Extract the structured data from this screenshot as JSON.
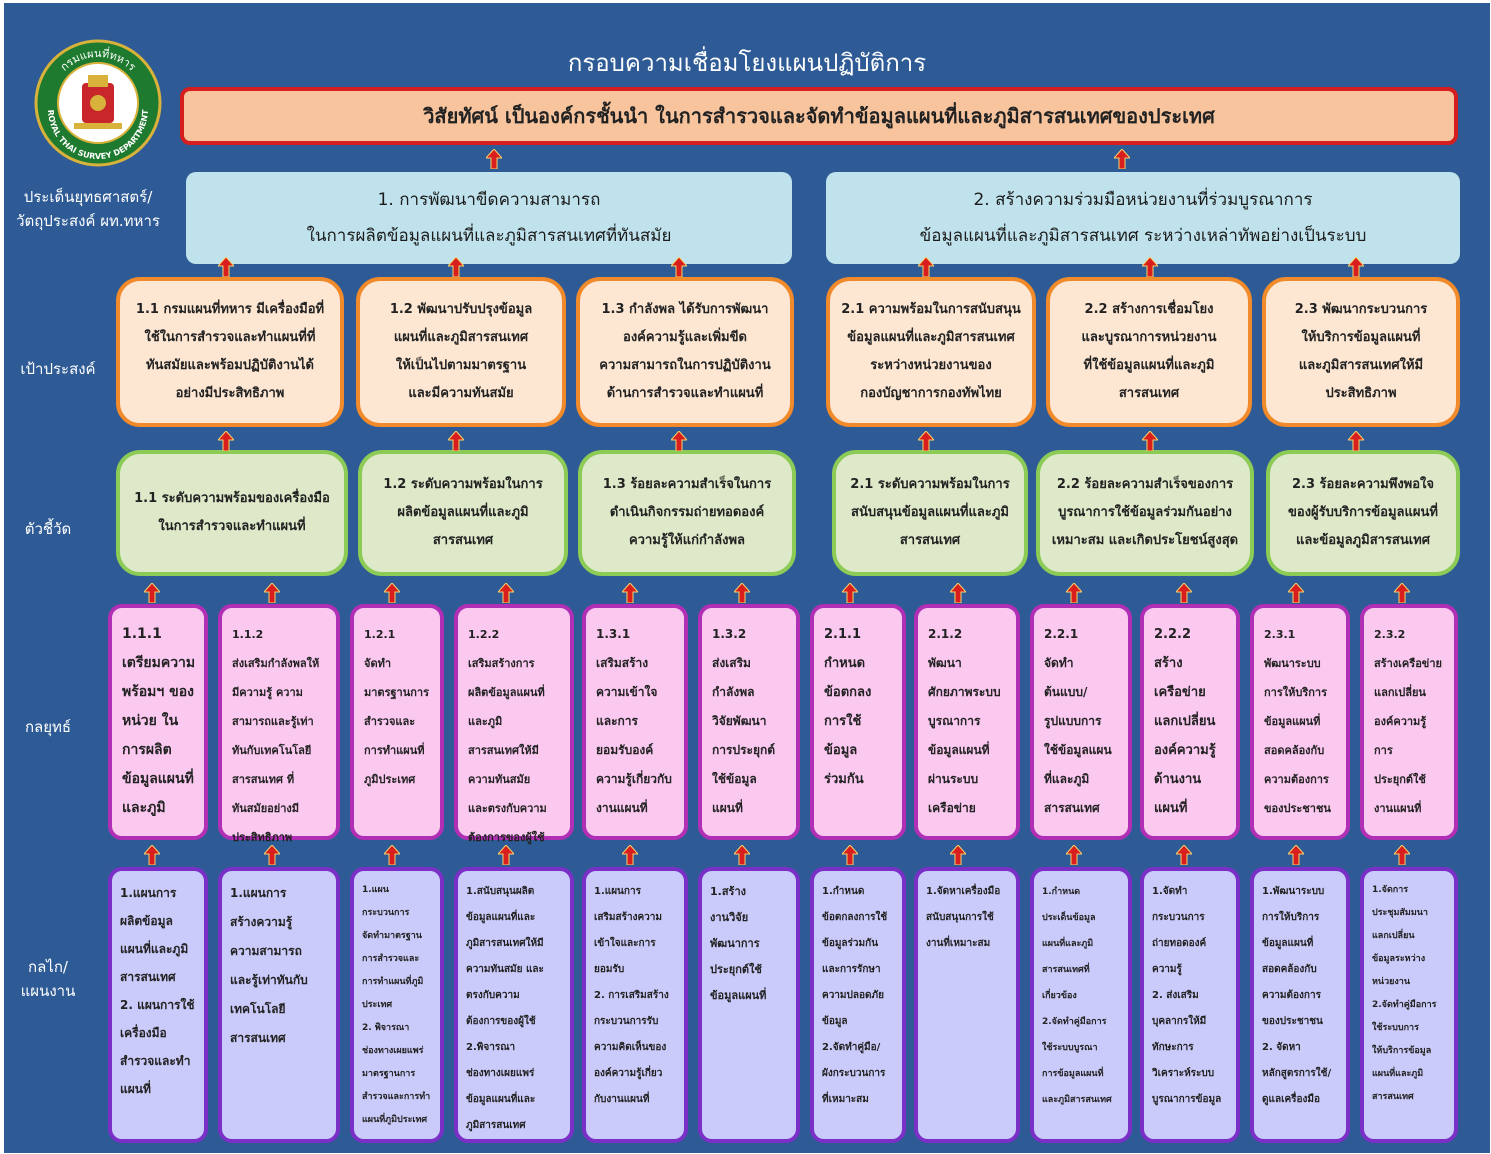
{
  "title": "กรอบความเชื่อมโยงแผนปฏิบัติการ",
  "vision": "วิสัยทัศน์  เป็นองค์กรชั้นนำ ในการสำรวจและจัดทำข้อมูลแผนที่และภูมิสารสนเทศของประเทศ",
  "logo": {
    "text_top": "กรมแผนที่ทหาร",
    "text_bottom": "ROYAL THAI SURVEY DEPARTMENT"
  },
  "row_labels": {
    "strategy": "ประเด็นยุทธศาสตร์/\nวัตถุประสงค์ ผท.ทหาร",
    "goal": "เป้าประสงค์",
    "kpi": "ตัวชี้วัด",
    "tactic": "กลยุทธ์",
    "plan": "กลไก/\nแผนงาน"
  },
  "strategies": [
    {
      "line1": "1. การพัฒนาขีดความสามารถ",
      "line2": "ในการผลิตข้อมูลแผนที่และภูมิสารสนเทศที่ทันสมัย"
    },
    {
      "line1": "2. สร้างความร่วมมือหน่วยงานที่ร่วมบูรณาการ",
      "line2": "ข้อมูลแผนที่และภูมิสารสนเทศ ระหว่างเหล่าทัพอย่างเป็นระบบ"
    }
  ],
  "goals": [
    "1.1 กรมแผนที่ทหาร มีเครื่องมือที่\nใช้ในการสำรวจและทำแผนที่ที่\nทันสมัยและพร้อมปฏิบัติงานได้\nอย่างมีประสิทธิภาพ",
    "1.2 พัฒนาปรับปรุงข้อมูล\nแผนที่และภูมิสารสนเทศ\nให้เป็นไปตามมาตรฐาน\nและมีความทันสมัย",
    "1.3 กำลังพล ได้รับการพัฒนา\nองค์ความรู้และเพิ่มขีด\nความสามารถในการปฏิบัติงาน\nด้านการสำรวจและทำแผนที่",
    "2.1 ความพร้อมในการสนับสนุน\nข้อมูลแผนที่และภูมิสารสนเทศ\nระหว่างหน่วยงานของ\nกองบัญชาการกองทัพไทย",
    "2.2  สร้างการเชื่อมโยง\nและบูรณาการหน่วยงาน\nที่ใช้ข้อมูลแผนที่และภูมิ\nสารสนเทศ",
    "2.3 พัฒนากระบวนการ\nให้บริการข้อมูลแผนที่\nและภูมิสารสนเทศให้มี\nประสิทธิภาพ"
  ],
  "kpis": [
    "1.1 ระดับความพร้อมของเครื่องมือ\nในการสำรวจและทำแผนที่",
    "1.2 ระดับความพร้อมในการ\nผลิตข้อมูลแผนที่และภูมิ\nสารสนเทศ",
    "1.3 ร้อยละความสำเร็จในการ\nดำเนินกิจกรรมถ่ายทอดองค์\nความรู้ให้แก่กำลังพล",
    "2.1 ระดับความพร้อมในการ\nสนับสนุนข้อมูลแผนที่และภูมิ\nสารสนเทศ",
    "2.2 ร้อยละความสำเร็จของการ\nบูรณาการใช้ข้อมูลร่วมกันอย่าง\nเหมาะสม และเกิดประโยชน์สูงสุด",
    "2.3 ร้อยละความพึงพอใจ\nของผู้รับบริการข้อมูลแผนที่\nและข้อมูลภูมิสารสนเทศ"
  ],
  "tactics": [
    "1.1.1\nเตรียมความ\nพร้อมฯ ของ\nหน่วย ใน\nการผลิต\nข้อมูลแผนที่\nและภูมิ",
    "1.1.2\nส่งเสริมกำลังพลให้\nมีความรู้ ความ\nสามารถและรู้เท่า\nทันกับเทคโนโลยี\nสารสนเทศ ที่\nทันสมัยอย่างมี\nประสิทธิภาพ",
    "1.2.1\nจัดทำ\nมาตรฐานการ\nสำรวจและ\nการทำแผนที่\nภูมิประเทศ",
    "1.2.2\nเสริมสร้างการ\nผลิตข้อมูลแผนที่\nและภูมิ\nสารสนเทศให้มี\nความทันสมัย\nและตรงกับความ\nต้องการของผู้ใช้",
    "1.3.1\nเสริมสร้าง\nความเข้าใจ\nและการ\nยอมรับองค์\nความรู้เกี่ยวกับ\nงานแผนที่",
    "1.3.2\nส่งเสริม\nกำลังพล\nวิจัยพัฒนา\nการประยุกต์\nใช้ข้อมูล\nแผนที่",
    "2.1.1\nกำหนด\nข้อตกลง\nการใช้\nข้อมูล\nร่วมกัน",
    "2.1.2\nพัฒนา\nศักยภาพระบบ\nบูรณาการ\nข้อมูลแผนที่\nผ่านระบบ\nเครือข่าย",
    "2.2.1\nจัดทำ\nต้นแบบ/\nรูปแบบการ\nใช้ข้อมูลแผน\nที่และภูมิ\nสารสนเทศ",
    "2.2.2\nสร้าง\nเครือข่าย\nแลกเปลี่ยน\nองค์ความรู้\nด้านงาน\nแผนที่",
    "2.3.1\nพัฒนาระบบ\nการให้บริการ\nข้อมูลแผนที่\nสอดคล้องกับ\nความต้องการ\nของประชาชน",
    "2.3.2\nสร้างเครือข่าย\nแลกเปลี่ยน\nองค์ความรู้\nการ\nประยุกต์ใช้\nงานแผนที่"
  ],
  "plans": [
    "1.แผนการ\nผลิตข้อมูล\nแผนที่และภูมิ\nสารสนเทศ\n2. แผนการใช้\nเครื่องมือ\nสำรวจและทำ\nแผนที่",
    "1.แผนการ\nสร้างความรู้\nความสามารถ\nและรู้เท่าทันกับ\nเทคโนโลยี\nสารสนเทศ",
    "1.แผน\nกระบวนการ\nจัดทำมาตรฐาน\nการสำรวจและ\nการทำแผนที่ภูมิ\nประเทศ\n2. พิจารณา\nช่องทางเผยแพร่\nมาตรฐานการ\nสำรวจและการทำ\nแผนที่ภูมิประเทศ",
    "1.สนับสนุนผลิต\nข้อมูลแผนที่และ\nภูมิสารสนเทศให้มี\nความทันสมัย และ\nตรงกับความ\nต้องการของผู้ใช้\n2.พิจารณา\nช่องทางเผยแพร่\nข้อมูลแผนที่และ\nภูมิสารสนเทศ",
    "1.แผนการ\nเสริมสร้างความ\nเข้าใจและการ\nยอมรับ\n2. การเสริมสร้าง\nกระบวนการรับ\nความคิดเห็นของ\nองค์ความรู้เกี่ยว\nกับงานแผนที่",
    "1.สร้าง\nงานวิจัย\nพัฒนาการ\nประยุกต์ใช้\nข้อมูลแผนที่",
    "1.กำหนด\nข้อตกลงการใช้\nข้อมูลร่วมกัน\nและการรักษา\nความปลอดภัย\nข้อมูล\n2.จัดทำคู่มือ/\nผังกระบวนการ\nที่เหมาะสม",
    "1.จัดหาเครื่องมือ\nสนับสนุนการใช้\nงานที่เหมาะสม",
    "1.กำหนด\nประเด็นข้อมูล\nแผนที่และภูมิ\nสารสนเทศที่\nเกี่ยวข้อง\n2.จัดทำคู่มือการ\nใช้ระบบบูรณา\nการข้อมูลแผนที่\nและภูมิสารสนเทศ",
    "1.จัดทำ\nกระบวนการ\nถ่ายทอดองค์\nความรู้\n2. ส่งเสริม\nบุคลากรให้มี\nทักษะการ\nวิเคราะห์ระบบ\nบูรณาการข้อมูล",
    "1.พัฒนาระบบ\nการให้บริการ\nข้อมูลแผนที่\nสอดคล้องกับ\nความต้องการ\nของประชาชน\n2. จัดหา\nหลักสูตรการใช้/\nดูแลเครื่องมือ",
    "1.จัดการ\nประชุมสัมมนา\nแลกเปลี่ยน\nข้อมูลระหว่าง\nหน่วยงาน\n2.จัดทำคู่มือการ\nใช้ระบบการ\nให้บริการข้อมูล\nแผนที่และภูมิ\nสารสนเทศ"
  ],
  "colors": {
    "background": "#2e5b96",
    "vision_fill": "#f7c49e",
    "vision_border": "#d61e1e",
    "strategy_fill": "#bfe2ec",
    "goal_fill": "#fde7d3",
    "goal_border": "#f08a2a",
    "kpi_fill": "#dde9c8",
    "kpi_border": "#8ccb55",
    "tactic_fill": "#fbc8f0",
    "tactic_border": "#b02fb4",
    "plan_fill": "#cbcbfb",
    "plan_border": "#7a2fc6",
    "arrow": "#d91e1e"
  }
}
